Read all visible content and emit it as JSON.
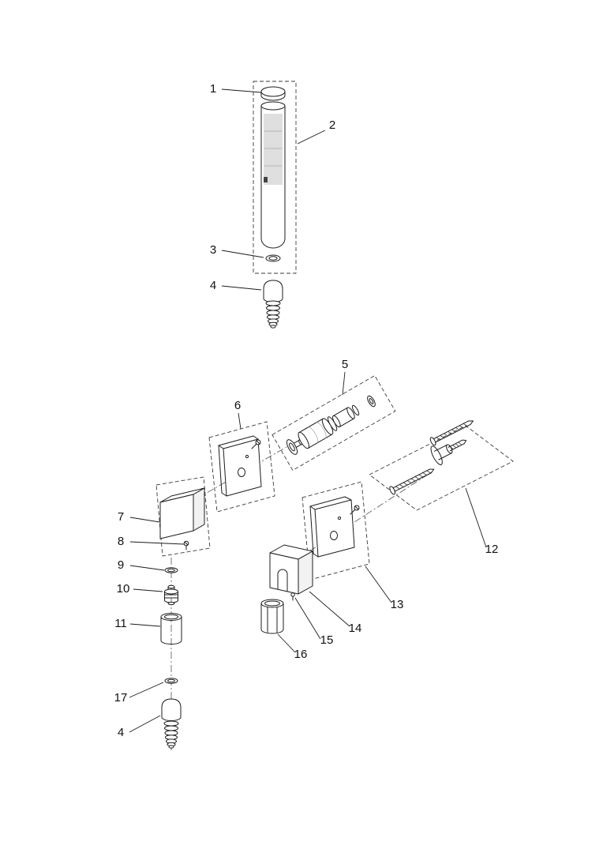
{
  "page": {
    "background": "#ffffff",
    "line_color": "#1c1c1c",
    "dash_color": "#3a3a3a"
  },
  "callouts": [
    {
      "num": "1",
      "part": "handshower-cap"
    },
    {
      "num": "2",
      "part": "handshower-wand"
    },
    {
      "num": "3",
      "part": "washer"
    },
    {
      "num": "4",
      "part": "connector-spring-nipple"
    },
    {
      "num": "5",
      "part": "valve-cartridge"
    },
    {
      "num": "6",
      "part": "escutcheon-plate"
    },
    {
      "num": "7",
      "part": "wall-elbow"
    },
    {
      "num": "8",
      "part": "set-screw"
    },
    {
      "num": "9",
      "part": "washer"
    },
    {
      "num": "10",
      "part": "check-valve-insert"
    },
    {
      "num": "11",
      "part": "spacer-sleeve"
    },
    {
      "num": "12",
      "part": "mounting-screws-and-anchor"
    },
    {
      "num": "13",
      "part": "escutcheon-plate"
    },
    {
      "num": "14",
      "part": "shower-holder"
    },
    {
      "num": "15",
      "part": "holder-pin"
    },
    {
      "num": "16",
      "part": "slide-sleeve"
    },
    {
      "num": "17",
      "part": "washer"
    }
  ]
}
